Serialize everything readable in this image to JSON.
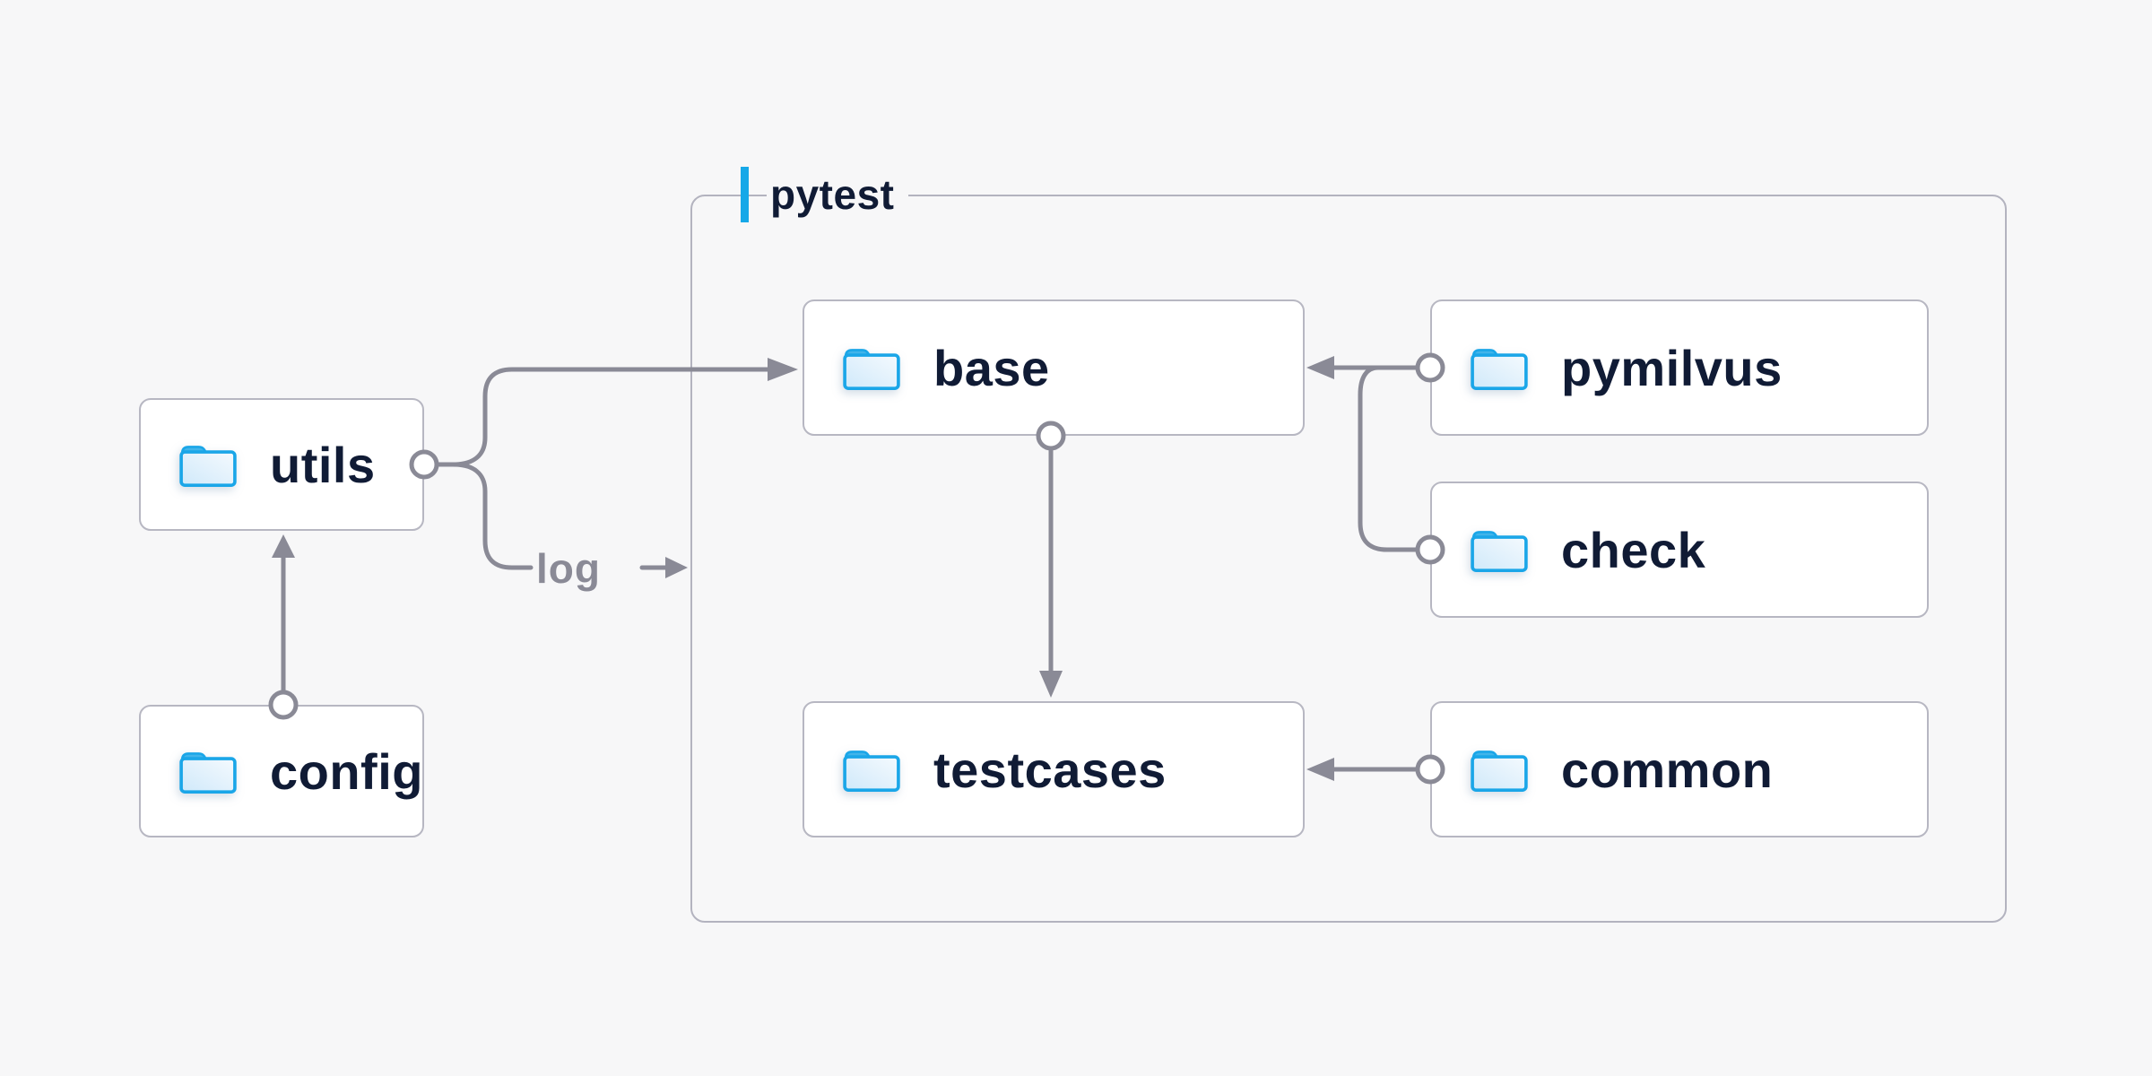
{
  "diagram": {
    "container": {
      "label": "pytest"
    },
    "edge_labels": {
      "log": "log"
    },
    "nodes": {
      "utils": "utils",
      "config": "config",
      "base": "base",
      "testcases": "testcases",
      "pymilvus": "pymilvus",
      "check": "check",
      "common": "common"
    },
    "icons": {
      "node_icon": "folder-icon"
    },
    "colors": {
      "background": "#f7f7f8",
      "node_background": "#ffffff",
      "node_border": "#b7b7c2",
      "container_border": "#b3b3bf",
      "connector": "#8a8a96",
      "label_text": "#101b35",
      "accent_bar": "#16a8e8",
      "folder_blue": "#1ba6e8"
    }
  }
}
